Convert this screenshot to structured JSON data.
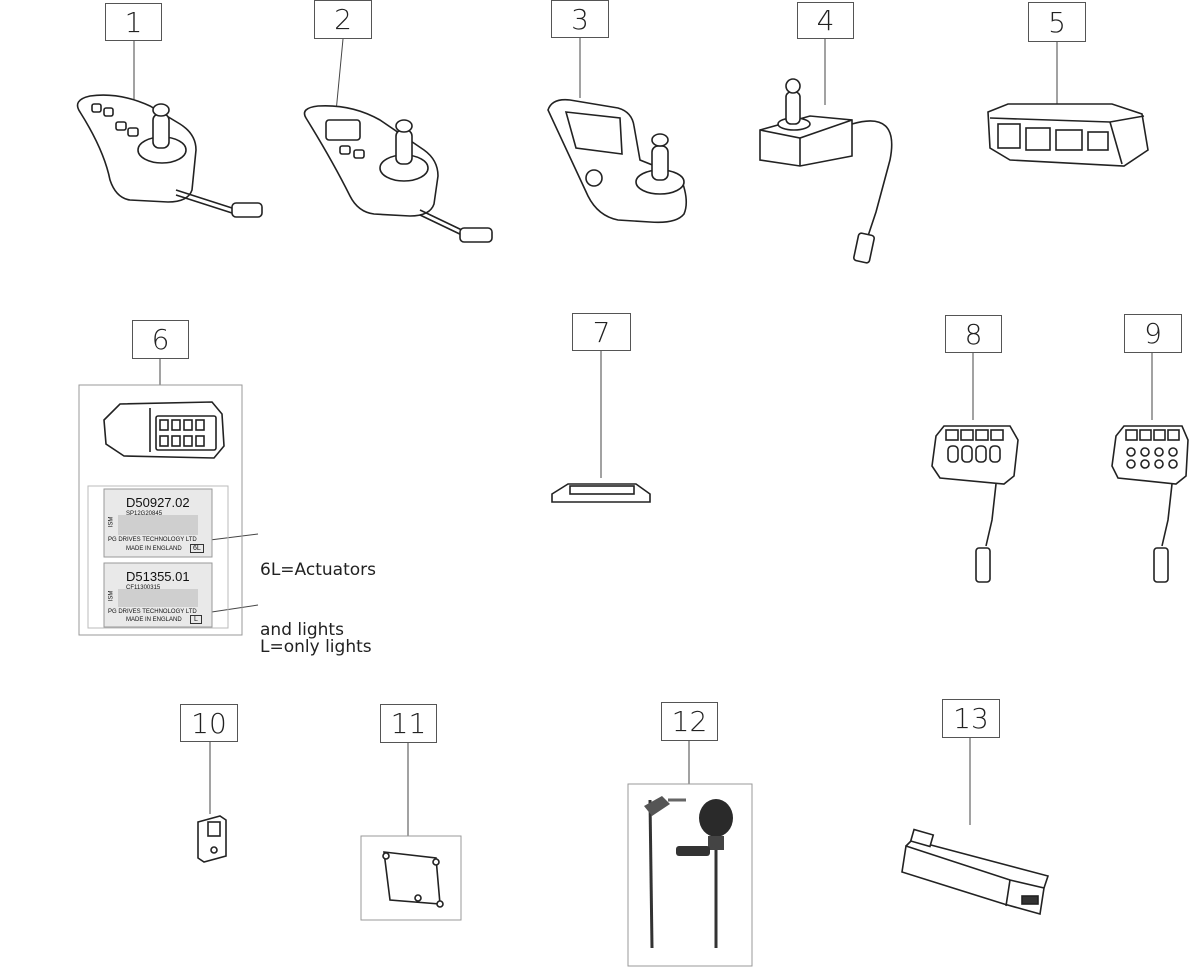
{
  "callouts": [
    "1",
    "2",
    "3",
    "4",
    "5",
    "6",
    "7",
    "8",
    "9",
    "10",
    "11",
    "12",
    "13"
  ],
  "label_card_1": {
    "code": "D50927.02",
    "serial": "SP12G20845",
    "maker": "PG DRIVES TECHNOLOGY LTD",
    "origin": "MADE IN ENGLAND",
    "suffix": "6L",
    "side": "ISM"
  },
  "label_card_2": {
    "code": "D51355.01",
    "serial": "CF11300315",
    "maker": "PG DRIVES TECHNOLOGY LTD",
    "origin": "MADE IN ENGLAND",
    "suffix": "L",
    "side": "ISM"
  },
  "notes": {
    "actuators_line1": "6L=Actuators",
    "actuators_line2": "and lights",
    "lights_only": "L=only lights"
  }
}
